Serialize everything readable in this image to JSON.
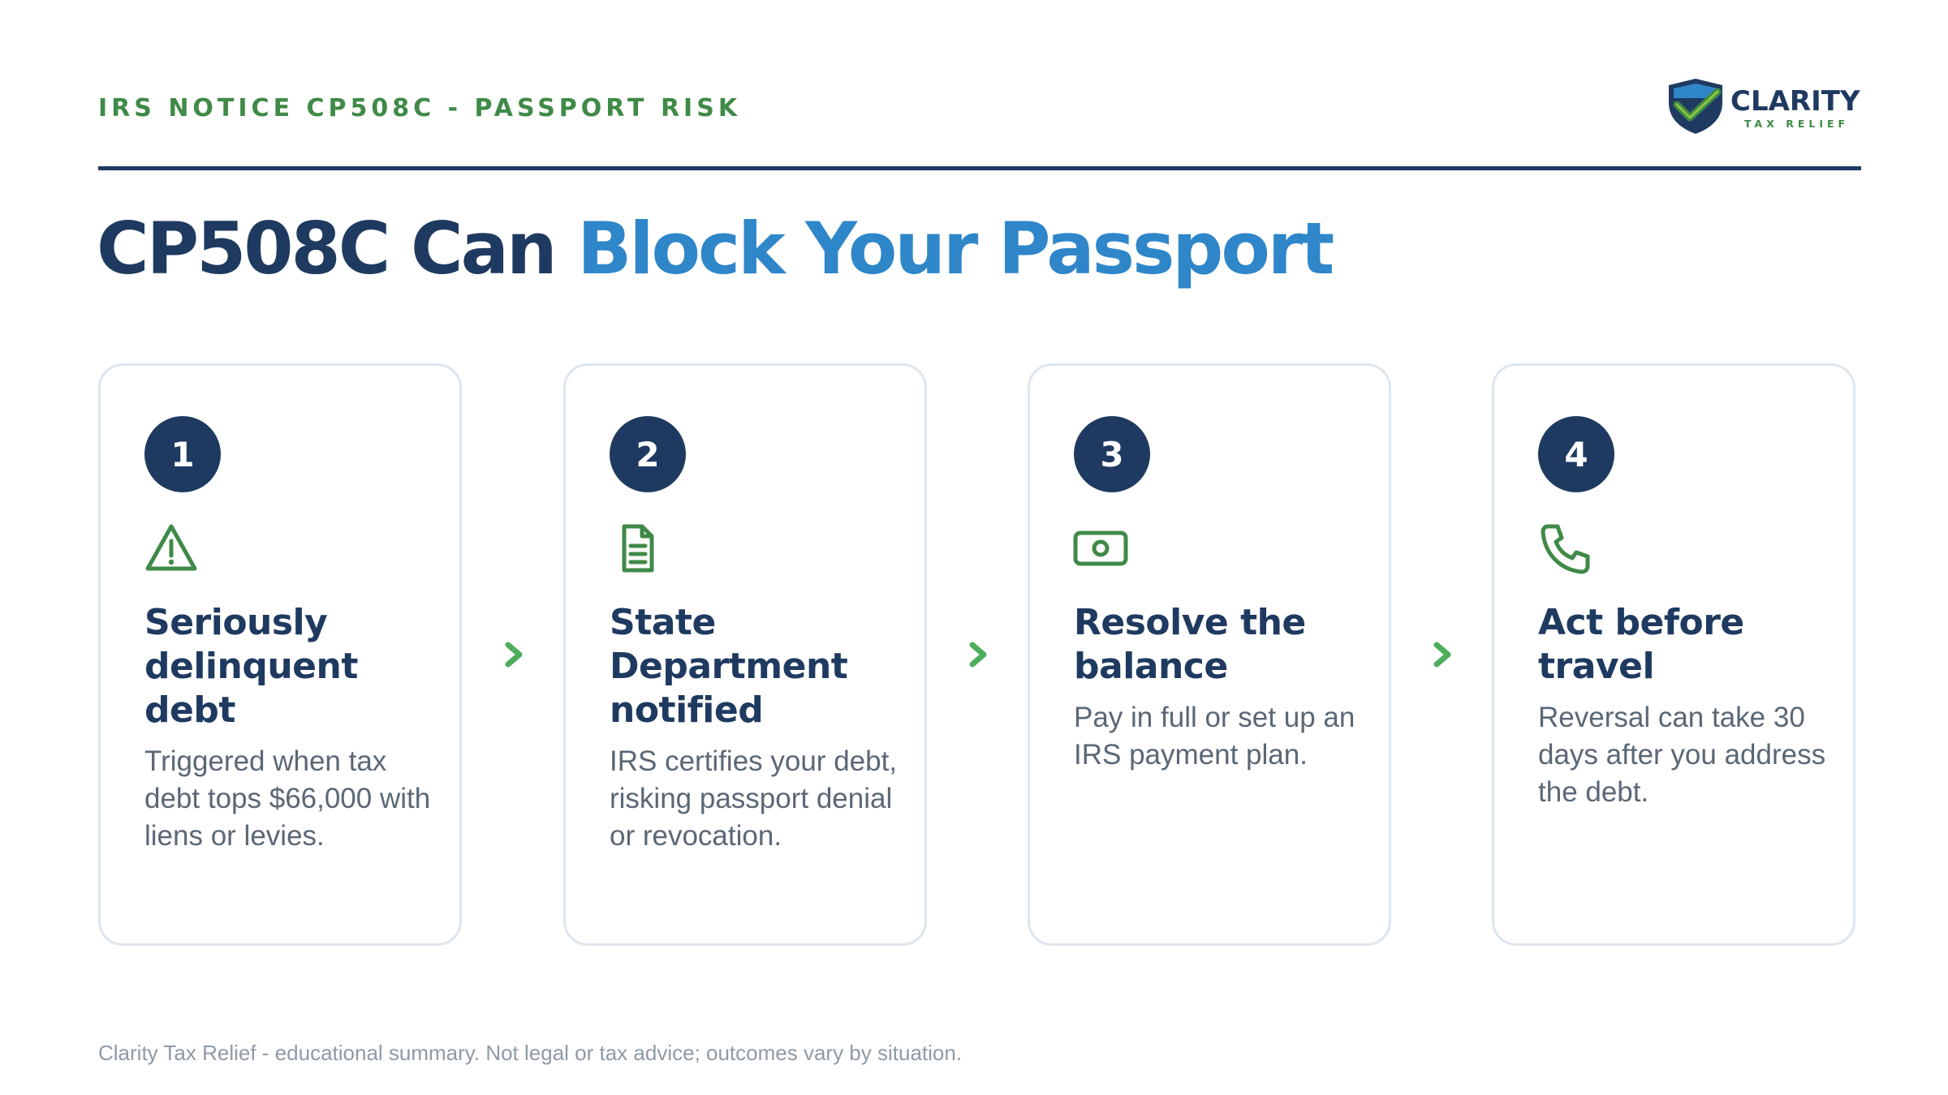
{
  "header": {
    "kicker": "IRS NOTICE CP508C - PASSPORT RISK",
    "logo": {
      "name": "CLARITY",
      "tagline": "TAX RELIEF",
      "icon": "shield-check-icon"
    }
  },
  "title": {
    "part1": "CP508C Can ",
    "accent": "Block Your Passport"
  },
  "colors": {
    "navy": "#1f3a60",
    "accent_blue": "#2f86c9",
    "green": "#3f8a47",
    "chevron": "#4cae5c"
  },
  "steps": [
    {
      "number": "1",
      "icon": "warning-triangle-icon",
      "title": "Seriously delinquent debt",
      "body": "Triggered when tax debt tops $66,000 with liens or levies."
    },
    {
      "number": "2",
      "icon": "document-icon",
      "title": "State Department notified",
      "body": "IRS certifies your debt, risking passport denial or revocation."
    },
    {
      "number": "3",
      "icon": "cash-icon",
      "title": "Resolve the balance",
      "body": "Pay in full or set up an IRS payment plan."
    },
    {
      "number": "4",
      "icon": "phone-icon",
      "title": "Act before travel",
      "body": "Reversal can take 30 days after you address the debt."
    }
  ],
  "footer": "Clarity Tax Relief - educational summary. Not legal or tax advice; outcomes vary by situation."
}
